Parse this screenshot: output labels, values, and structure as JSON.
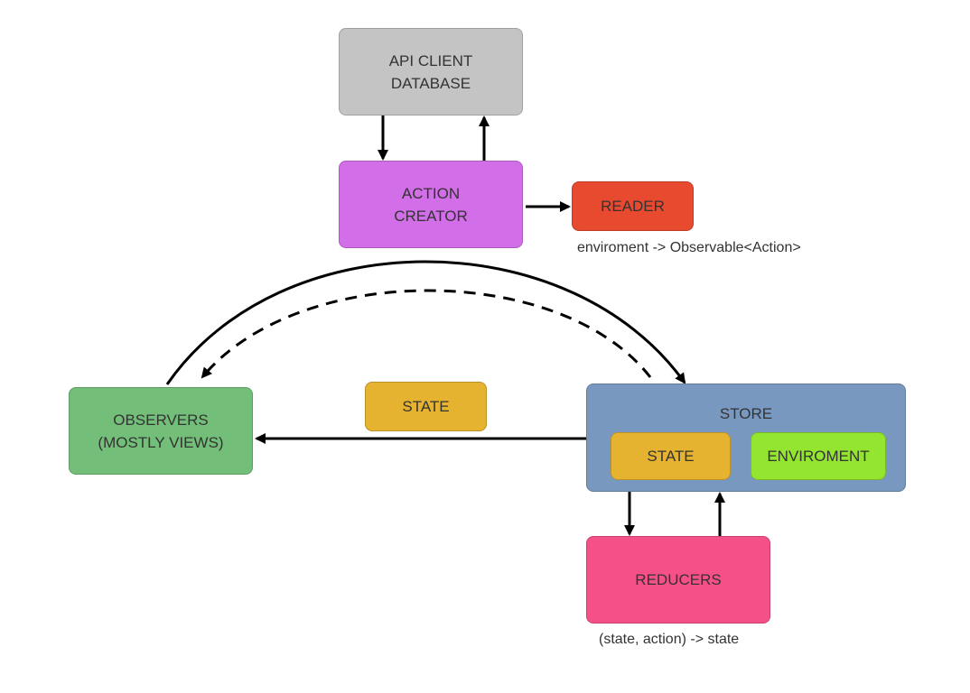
{
  "nodes": {
    "api_client_database": {
      "label": "API CLIENT\nDATABASE",
      "color": "#c4c4c4"
    },
    "action_creator": {
      "label": "ACTION\nCREATOR",
      "color": "#d36ee9"
    },
    "reader": {
      "label": "READER",
      "color": "#e84a30"
    },
    "observers": {
      "label": "OBSERVERS\n(MOSTLY VIEWS)",
      "color": "#73bf79"
    },
    "state_floating": {
      "label": "STATE",
      "color": "#e5b330"
    },
    "store": {
      "label": "STORE",
      "color": "#7898c0"
    },
    "store_state": {
      "label": "STATE",
      "color": "#e5b330"
    },
    "store_enviroment": {
      "label": "ENVIROMENT",
      "color": "#93e52f"
    },
    "reducers": {
      "label": "REDUCERS",
      "color": "#f55188"
    }
  },
  "captions": {
    "reader": "enviroment -> Observable<Action>",
    "reducers": "(state, action) -> state"
  }
}
